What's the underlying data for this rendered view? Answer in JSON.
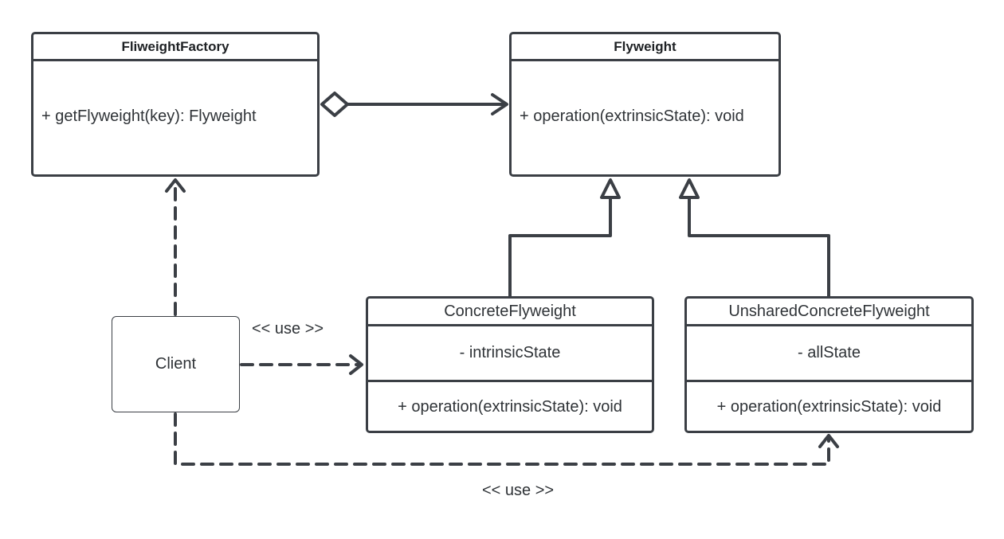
{
  "factory": {
    "name": "FliweightFactory",
    "operation": "+ getFlyweight(key): Flyweight"
  },
  "flyweight": {
    "name": "Flyweight",
    "operation": "+ operation(extrinsicState): void"
  },
  "concrete": {
    "name": "ConcreteFlyweight",
    "attribute": "- intrinsicState",
    "operation": "+ operation(extrinsicState): void"
  },
  "unshared": {
    "name": "UnsharedConcreteFlyweight",
    "attribute": "- allState",
    "operation": "+ operation(extrinsicState): void"
  },
  "client": {
    "name": "Client"
  },
  "relations": {
    "use_concrete": "<< use >>",
    "use_unshared": "<< use >>"
  },
  "colors": {
    "line": "#3b3f45",
    "text": "#2f3337"
  }
}
